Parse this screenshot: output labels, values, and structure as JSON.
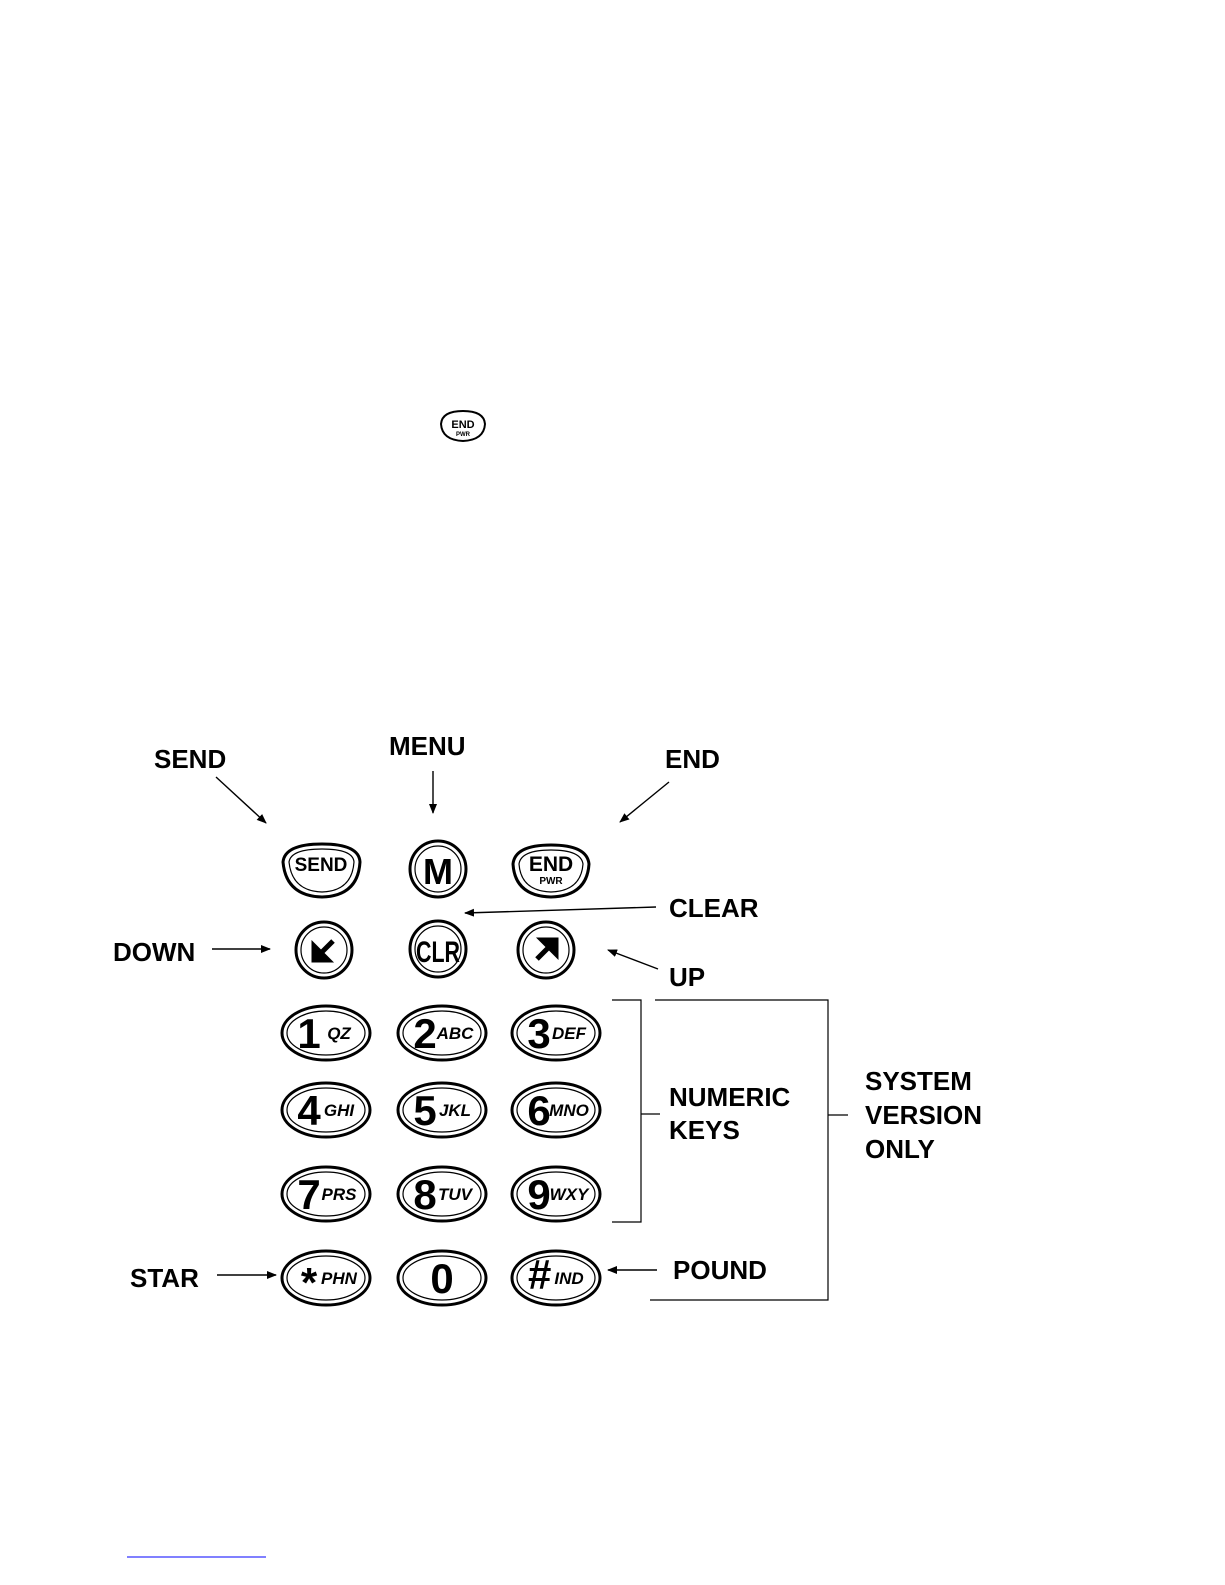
{
  "small_key": {
    "main": "END",
    "sub": "PWR"
  },
  "top_keys": {
    "send": {
      "label": "SEND"
    },
    "menu": {
      "label": "M"
    },
    "end": {
      "main": "END",
      "sub": "PWR"
    }
  },
  "nav_keys": {
    "down": {
      "glyph": "down-arrow-icon"
    },
    "clear": {
      "label": "CLR"
    },
    "up": {
      "glyph": "up-arrow-icon"
    }
  },
  "numeric_rows": [
    [
      {
        "num": "1",
        "sub": "QZ"
      },
      {
        "num": "2",
        "sub": "ABC"
      },
      {
        "num": "3",
        "sub": "DEF"
      }
    ],
    [
      {
        "num": "4",
        "sub": "GHI"
      },
      {
        "num": "5",
        "sub": "JKL"
      },
      {
        "num": "6",
        "sub": "MNO"
      }
    ],
    [
      {
        "num": "7",
        "sub": "PRS"
      },
      {
        "num": "8",
        "sub": "TUV"
      },
      {
        "num": "9",
        "sub": "WXY"
      }
    ]
  ],
  "bottom_keys": [
    {
      "num": "*",
      "sub": "PHN"
    },
    {
      "num": "0",
      "sub": ""
    },
    {
      "num": "#",
      "sub": "IND"
    }
  ],
  "callouts": {
    "send": "SEND",
    "menu": "MENU",
    "end": "END",
    "clear": "CLEAR",
    "down": "DOWN",
    "up": "UP",
    "numeric_line1": "NUMERIC",
    "numeric_line2": "KEYS",
    "system_line1": "SYSTEM",
    "system_line2": "VERSION",
    "system_line3": "ONLY",
    "star": "STAR",
    "pound": "POUND"
  }
}
